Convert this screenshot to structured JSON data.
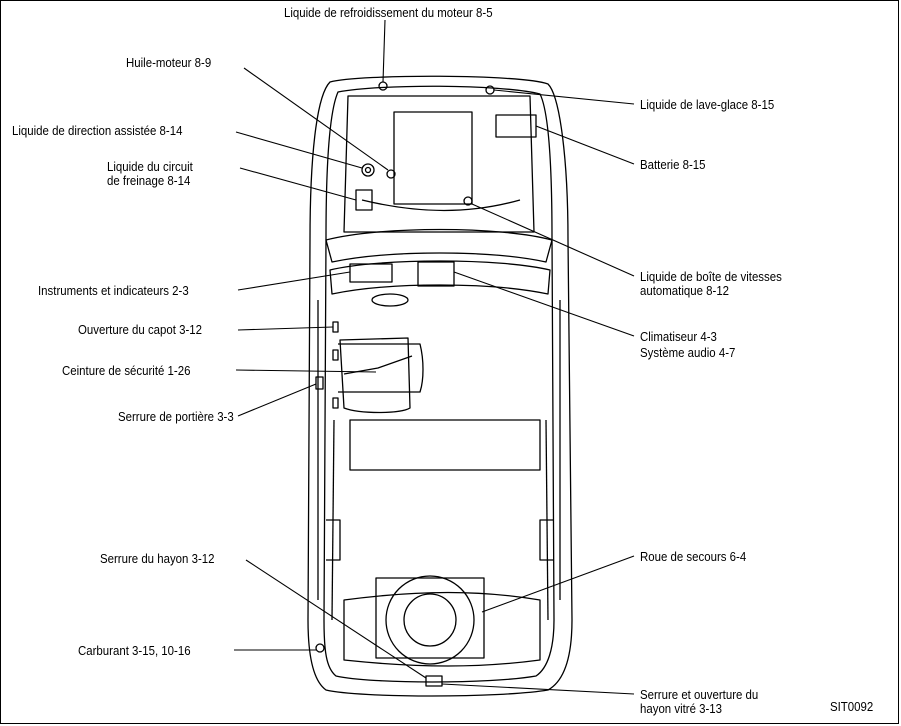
{
  "labels": {
    "coolant": "Liquide de refroidissement du moteur 8-5",
    "engine_oil": "Huile-moteur 8-9",
    "washer": "Liquide de lave-glace 8-15",
    "power_steering": "Liquide de direction assistée 8-14",
    "battery": "Batterie 8-15",
    "brake_l1": "Liquide du circuit",
    "brake_l2": "de freinage 8-14",
    "atf_l1": "Liquide de boîte de vitesses",
    "atf_l2": "automatique 8-12",
    "instruments": "Instruments et indicateurs 2-3",
    "hood": "Ouverture du capot 3-12",
    "climate": "Climatiseur 4-3",
    "audio": "Système audio 4-7",
    "seatbelt": "Ceinture de sécurité 1-26",
    "door_lock": "Serrure de portière 3-3",
    "tailgate_lock": "Serrure du hayon 3-12",
    "spare_wheel": "Roue de secours 6-4",
    "fuel": "Carburant 3-15, 10-16",
    "glass_l1": "Serrure et ouverture du",
    "glass_l2": "hayon vitré 3-13"
  },
  "figure_code": "SIT0092"
}
